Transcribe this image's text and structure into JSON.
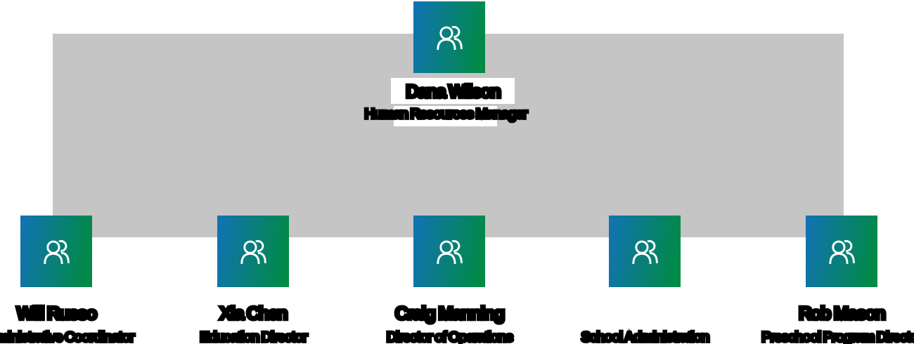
{
  "org_chart": {
    "root": {
      "name": "Dana Wilson",
      "title": "Human Resources Manager"
    },
    "children": [
      {
        "name": "Will Russo",
        "title": "Administrative Coordinator"
      },
      {
        "name": "Xia Chen",
        "title": "Education Director"
      },
      {
        "name": "Craig Manning",
        "title": "Director of Operations"
      },
      {
        "name": "",
        "title": "School Administration"
      },
      {
        "name": "Rob Mason",
        "title": "Preschool Program Director"
      }
    ]
  },
  "icons": {
    "tile_icon": "people-group-icon"
  },
  "colors": {
    "tile_gradient_start": "#1272b5",
    "tile_gradient_end": "#008a45",
    "connector_gray": "#c5c5c5",
    "label_box_bg": "#ffffff",
    "text": "#000000",
    "icon_stroke": "#ffffff"
  }
}
